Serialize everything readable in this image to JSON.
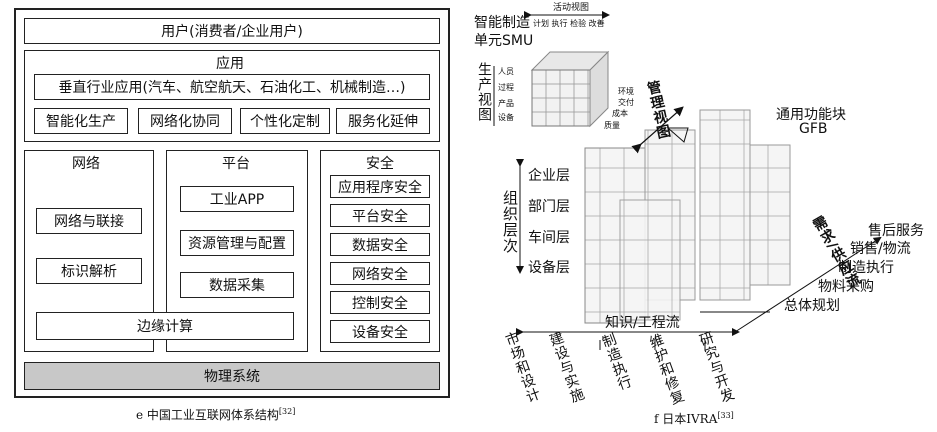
{
  "left": {
    "user": "用户(消费者/企业用户)",
    "app_title": "应用",
    "vertical": "垂直行业应用(汽车、航空航天、石油化工、机械制造…)",
    "app_items": [
      "智能化生产",
      "网络化协同",
      "个性化定制",
      "服务化延伸"
    ],
    "network_title": "网络",
    "network_items": [
      "网络与联接",
      "标识解析"
    ],
    "platform_title": "平台",
    "platform_items": [
      "工业APP",
      "资源管理与配置",
      "数据采集"
    ],
    "security_title": "安全",
    "security_items": [
      "应用程序安全",
      "平台安全",
      "数据安全",
      "网络安全",
      "控制安全",
      "设备安全"
    ],
    "edge": "边缘计算",
    "physical": "物理系统",
    "caption": "e 中国工业互联网体系结构",
    "caption_ref": "[32]"
  },
  "right": {
    "smu_line1": "智能制造",
    "smu_line2": "单元SMU",
    "activity": "活动视图",
    "activity_items": [
      "计划",
      "执行",
      "检验",
      "改善"
    ],
    "production_view": "生产视图",
    "production_items": [
      "人员",
      "过程",
      "产品",
      "设备"
    ],
    "mgmt_items": [
      "环境",
      "交付",
      "成本",
      "质量"
    ],
    "mgmt_view": "管理视图",
    "gfb_line1": "通用功能块",
    "gfb_line2": "GFB",
    "org_levels": "组织层次",
    "levels": [
      "企业层",
      "部门层",
      "车间层",
      "设备层"
    ],
    "knowledge": "知识/工程流",
    "knowledge_items": [
      "市场和设计",
      "建设与实施",
      "制造执行",
      "维护和修复",
      "研究与开发"
    ],
    "supply_chain": "需求/供应流",
    "supply_items": [
      "售后服务",
      "销售/物流",
      "制造执行",
      "物料采购",
      "总体规划"
    ],
    "caption": "f 日本IVRA",
    "caption_ref": "[33]"
  }
}
